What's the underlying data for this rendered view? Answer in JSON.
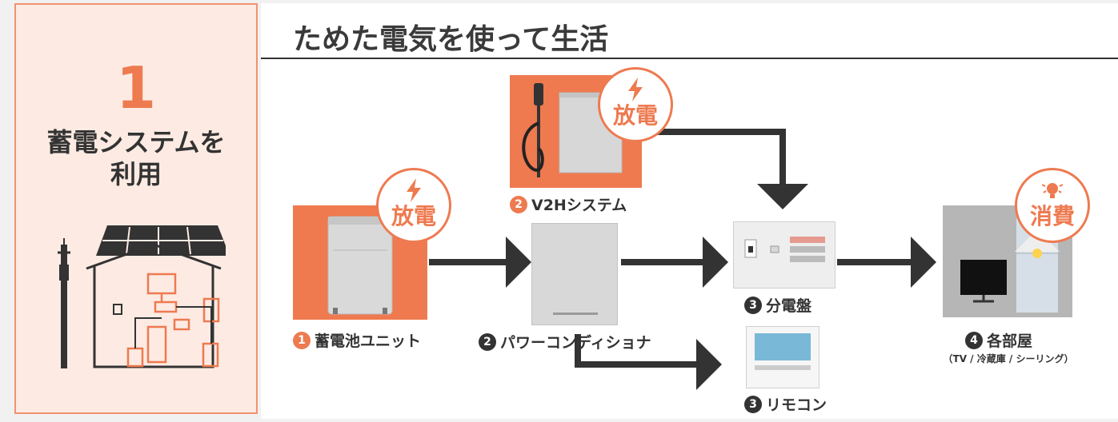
{
  "left_panel": {
    "step_number": "1",
    "title_line1": "蓄電システムを",
    "title_line2": "利用"
  },
  "main": {
    "title": "ためた電気を使って生活"
  },
  "nodes": {
    "battery": {
      "num": "1",
      "label": "蓄電池ユニット",
      "badge": "放電"
    },
    "v2h": {
      "num": "2",
      "label": "V2Hシステム",
      "badge": "放電"
    },
    "power_conditioner": {
      "num": "2",
      "label": "パワーコンディショナ"
    },
    "distribution_board": {
      "num": "3",
      "label": "分電盤"
    },
    "remote": {
      "num": "3",
      "label": "リモコン"
    },
    "rooms": {
      "num": "4",
      "label": "各部屋",
      "sublabel": "（TV / 冷蔵庫 / シーリング）",
      "badge": "消費"
    }
  },
  "colors": {
    "accent": "#ee7a50",
    "dark": "#333333",
    "panel_bg": "#fdebe3"
  }
}
